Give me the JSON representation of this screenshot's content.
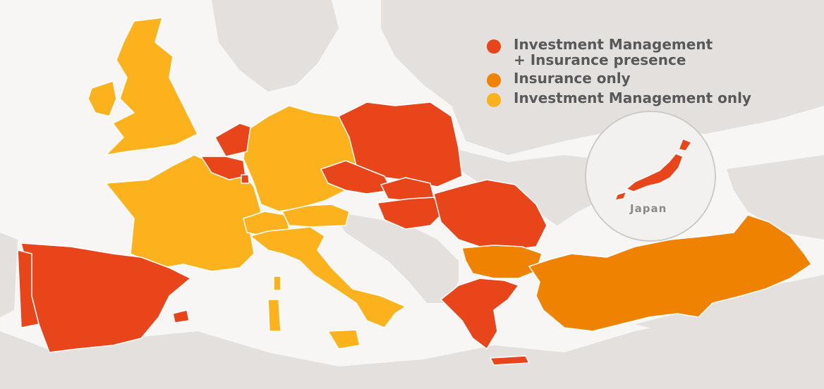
{
  "colors": {
    "investment_insurance": "#e8461a",
    "insurance_only": "#ef8200",
    "investment_only": "#fbb21c",
    "land": "#e4e0dd",
    "sea": "#f7f6f5",
    "border": "#ffffff"
  },
  "legend": {
    "items": [
      {
        "key": "investment_insurance",
        "lines": [
          "Investment Management",
          "+ Insurance presence"
        ]
      },
      {
        "key": "insurance_only",
        "lines": [
          "Insurance only"
        ]
      },
      {
        "key": "investment_only",
        "lines": [
          "Investment Management only"
        ]
      }
    ]
  },
  "inset": {
    "label": "Japan"
  },
  "regions": [
    {
      "name": "United Kingdom",
      "category": "investment_only"
    },
    {
      "name": "Ireland",
      "category": "investment_only"
    },
    {
      "name": "France",
      "category": "investment_only"
    },
    {
      "name": "Germany",
      "category": "investment_only"
    },
    {
      "name": "Switzerland",
      "category": "investment_only"
    },
    {
      "name": "Austria",
      "category": "investment_only"
    },
    {
      "name": "Italy",
      "category": "investment_only"
    },
    {
      "name": "Netherlands",
      "category": "investment_insurance"
    },
    {
      "name": "Belgium",
      "category": "investment_insurance"
    },
    {
      "name": "Luxembourg",
      "category": "investment_insurance"
    },
    {
      "name": "Spain",
      "category": "investment_insurance"
    },
    {
      "name": "Portugal",
      "category": "investment_insurance"
    },
    {
      "name": "Poland",
      "category": "investment_insurance"
    },
    {
      "name": "Czech Republic",
      "category": "investment_insurance"
    },
    {
      "name": "Slovakia",
      "category": "investment_insurance"
    },
    {
      "name": "Hungary",
      "category": "investment_insurance"
    },
    {
      "name": "Romania",
      "category": "investment_insurance"
    },
    {
      "name": "Greece",
      "category": "investment_insurance"
    },
    {
      "name": "Japan",
      "category": "investment_insurance"
    },
    {
      "name": "Bulgaria",
      "category": "insurance_only"
    },
    {
      "name": "Turkey",
      "category": "insurance_only"
    }
  ]
}
